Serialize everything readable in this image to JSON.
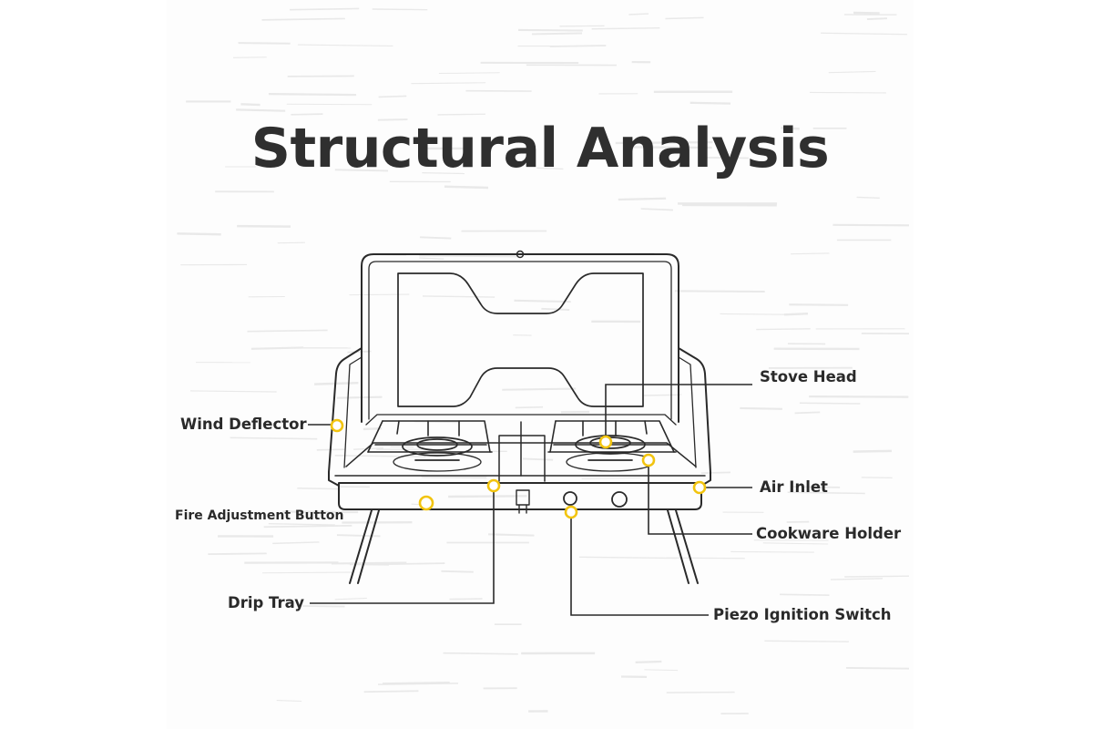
{
  "title": "Structural Analysis",
  "labels": {
    "stove_head": "Stove Head",
    "wind_deflector": "Wind Deflector",
    "air_inlet": "Air Inlet",
    "fire_adjustment_button": "Fire Adjustment Button",
    "cookware_holder": "Cookware Holder",
    "drip_tray": "Drip Tray",
    "piezo_ignition_switch": "Piezo Ignition Switch"
  },
  "colors": {
    "title": "#2f2f2f",
    "line": "#2a2a2a",
    "marker": "#f2c40f"
  }
}
